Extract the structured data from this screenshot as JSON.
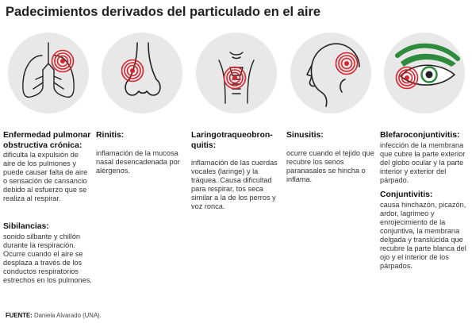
{
  "title": "Padecimientos derivados del particulado en el aire",
  "conditions": [
    {
      "name": "Enfermedad pulmonar obstructiva crónica:",
      "desc": "dificulta la expulsión de aire de los pulmones y puede causar falta de aire o sensación de cansancio debido al esfuerzo que se realiza al respirar."
    },
    {
      "name": "Sibilancias:",
      "desc": "sonido silbante y chillón durante la respiración. Ocurre cuando el aire se desplaza a través de los conductos respiratorios estrechos en los pulmones."
    },
    {
      "name": "Rinitis:",
      "desc": "inflamación de la mucosa nasal desencadenada por alérgenos."
    },
    {
      "name": "Laringotraqueobron-quitis:",
      "desc": "inflamación de las cuerdas vocales (laringe) y la tráquea. Causa dificultad para respirar, tos seca similar a la de los perros y voz ronca."
    },
    {
      "name": "Sinusitis:",
      "desc": "ocurre cuando el tejido que recubre los senos paranasales se hincha o inflama."
    },
    {
      "name": "Blefaroconjuntivitis:",
      "desc": "infección de la membrana que cubre la parte exterior del globo ocular y la parte interior y exterior del párpado."
    },
    {
      "name": "Conjuntivitis:",
      "desc": "causa hinchazón, picazón, ardor, lagrimeo y enrojecimiento de la conjuntiva, la membrana delgada y translúcida que recubre la parte blanca del ojo y el interior de los párpados."
    }
  ],
  "footer": {
    "label": "FUENTE:",
    "text": "Daniela Alvarado (UNA)."
  },
  "icons": [
    "lungs-icon",
    "nose-icon",
    "throat-icon",
    "head-sinus-icon",
    "eye-icon"
  ],
  "colors": {
    "circle": "#e8e8e8",
    "stroke": "#222222",
    "target": "#d9232d",
    "eye_accent": "#2e8b3e"
  }
}
